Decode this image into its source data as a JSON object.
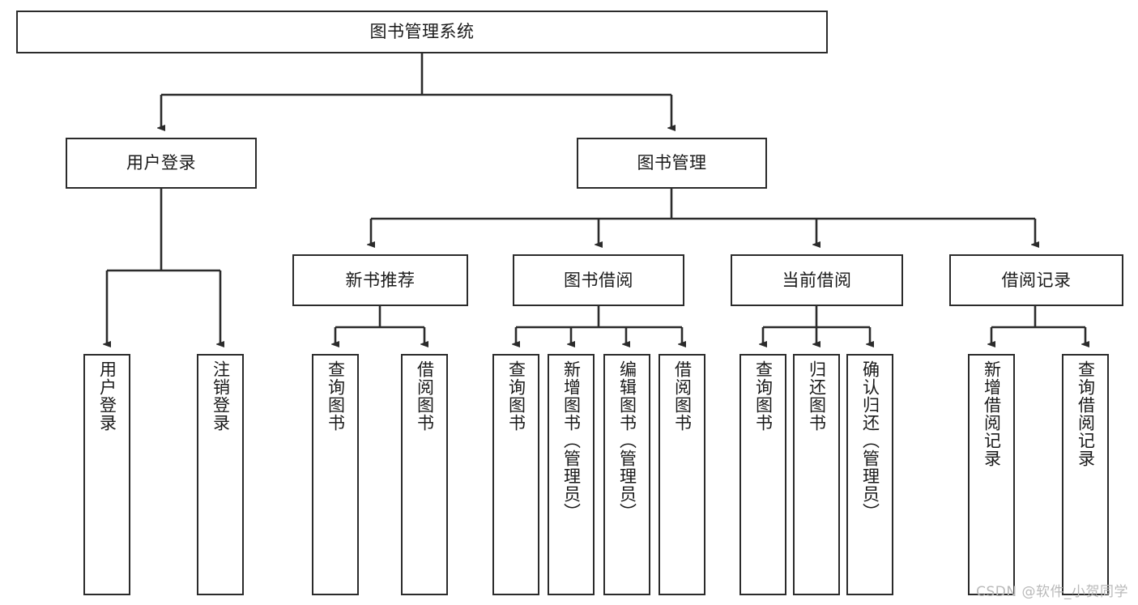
{
  "diagram": {
    "title": "图书管理系统",
    "type": "tree-hierarchy-diagram",
    "colors": {
      "background": "#ffffff",
      "stroke": "#2b2b2b",
      "text": "#1a1a1a",
      "watermark": "#b9b9b9"
    },
    "root": {
      "label": "图书管理系统"
    },
    "level2": [
      {
        "label": "用户登录"
      },
      {
        "label": "图书管理"
      }
    ],
    "level3": [
      {
        "label": "新书推荐"
      },
      {
        "label": "图书借阅"
      },
      {
        "label": "当前借阅"
      },
      {
        "label": "借阅记录"
      }
    ],
    "leaves": {
      "user_login": [
        {
          "label": "用户登录"
        },
        {
          "label": "注销登录"
        }
      ],
      "new_book_recommend": [
        {
          "label": "查询图书"
        },
        {
          "label": "借阅图书"
        }
      ],
      "book_borrow": [
        {
          "label": "查询图书"
        },
        {
          "label": "新增图书（管理员）"
        },
        {
          "label": "编辑图书（管理员）"
        },
        {
          "label": "借阅图书"
        }
      ],
      "current_borrow": [
        {
          "label": "查询图书"
        },
        {
          "label": "归还图书"
        },
        {
          "label": "确认归还（管理员）"
        }
      ],
      "borrow_record": [
        {
          "label": "新增借阅记录"
        },
        {
          "label": "查询借阅记录"
        }
      ]
    },
    "watermark": "CSDN @软件_小贺同学"
  }
}
